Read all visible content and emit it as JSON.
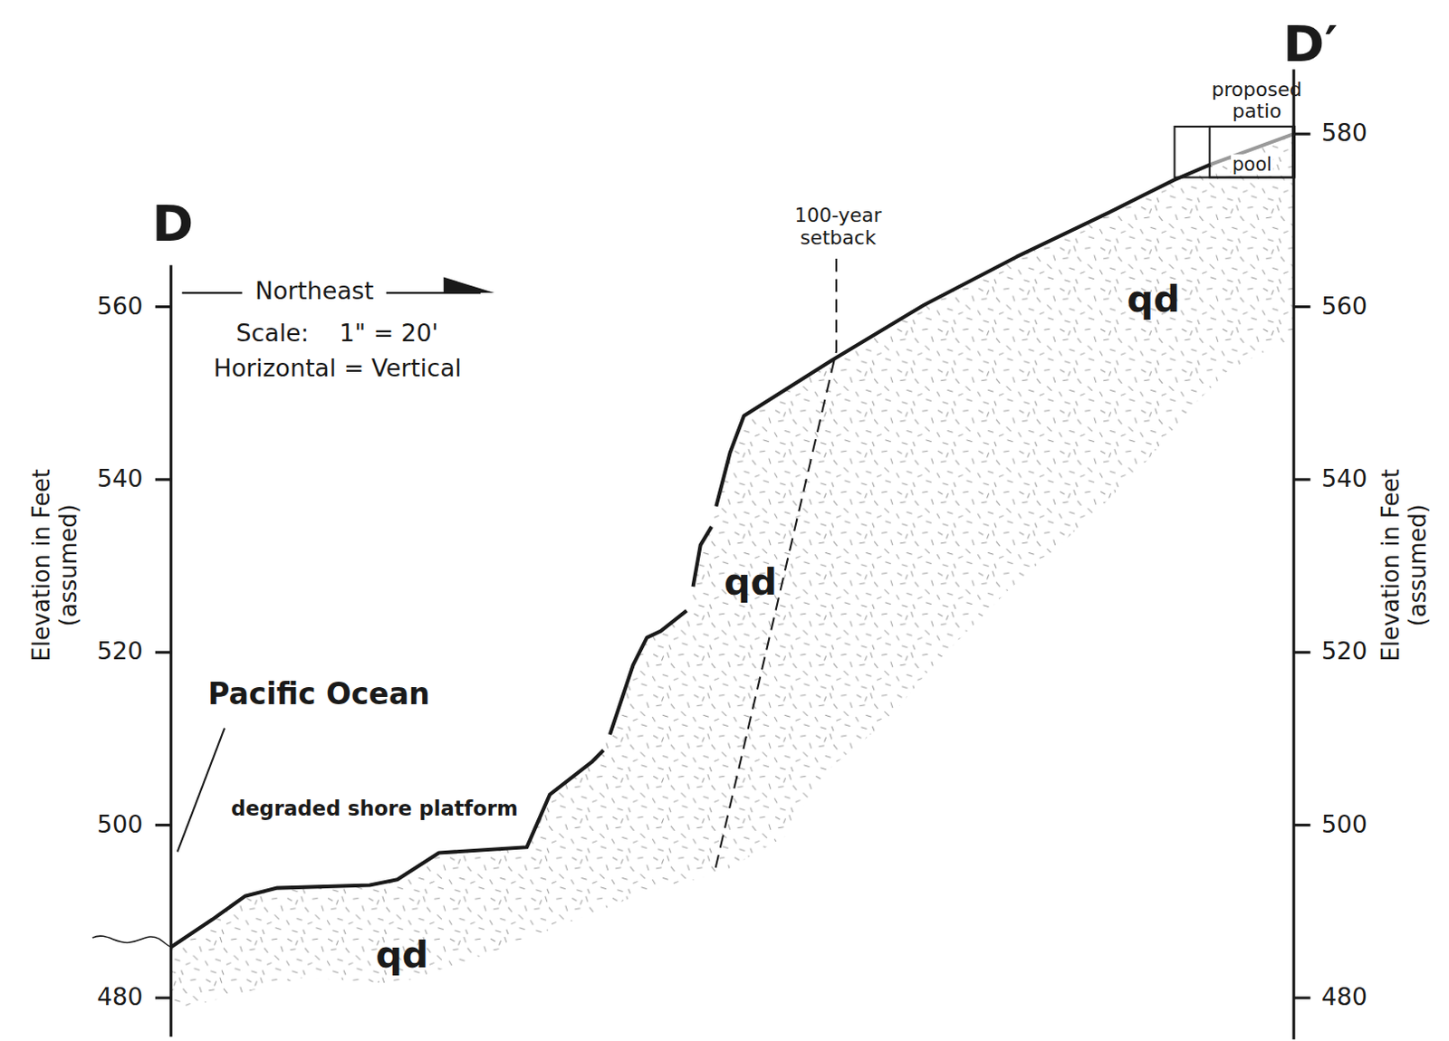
{
  "diagram": {
    "nodes": [
      {
        "text": [
          "proposed patio"
        ]
      },
      {
        "text": [
          "pool"
        ],
        "in": 0
      }
    ],
    "labels": [
      "D",
      "D′",
      "Northeast",
      "Scale:    1\" = 20'",
      "Horizontal = Vertical",
      "Pacific Ocean",
      "degraded shore platform",
      "100-year setback",
      "qd",
      "qd",
      "qd",
      "560",
      "540",
      "520",
      "500",
      "480",
      "580",
      "560",
      "540",
      "520",
      "500",
      "480",
      "Elevation in Feet (assumed)",
      "Elevation in Feet (assumed)"
    ]
  }
}
